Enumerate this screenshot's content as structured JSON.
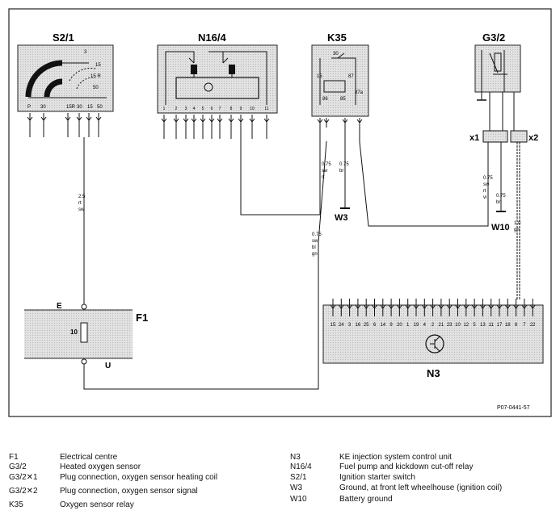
{
  "components": {
    "s2_1": "S2/1",
    "n16_4": "N16/4",
    "k35": "K35",
    "g3_2": "G3/2",
    "f1": "F1",
    "n3": "N3",
    "w3": "W3",
    "w10": "W10",
    "x1": "x1",
    "x2": "x2"
  },
  "fuse_block": {
    "e": "E",
    "u": "U",
    "fuse_no": "10"
  },
  "s2_1_scale": [
    "3",
    "15",
    "15 R",
    "50"
  ],
  "s2_1_terminals": [
    "P",
    "30",
    "15R",
    "30",
    "15",
    "50"
  ],
  "n16_4_terminals": [
    "1",
    "2",
    "3",
    "4",
    "5",
    "6",
    "7",
    "8",
    "9",
    "10",
    "11"
  ],
  "k35_terminals": [
    "30",
    "87",
    "86",
    "85",
    "87a",
    "15"
  ],
  "n3_pins": [
    "15",
    "24",
    "3",
    "16",
    "25",
    "6",
    "14",
    "9",
    "20",
    "1",
    "19",
    "4",
    "2",
    "21",
    "23",
    "10",
    "12",
    "5",
    "13",
    "11",
    "17",
    "18",
    "8",
    "7",
    "22"
  ],
  "wires": {
    "s2_to_f1": [
      "2.5",
      "rt",
      "sw"
    ],
    "k35_to_w3_left": [
      "0.75",
      "sw",
      "rt"
    ],
    "k35_to_w3_right": [
      "0.75",
      "br"
    ],
    "k35_to_n3": [
      "0.75",
      "sw",
      "bl",
      "gn"
    ],
    "x1_left": [
      "0.75",
      "sw",
      "rt",
      "vi"
    ],
    "x1_right": [
      "0.75",
      "br"
    ],
    "x2": [
      "1.0",
      "gn"
    ]
  },
  "figure_code": "P07-0441-57",
  "legend": {
    "left": [
      {
        "code": "F1",
        "desc": "Electrical centre"
      },
      {
        "code": "G3/2",
        "desc": "Heated oxygen sensor"
      },
      {
        "code": "G3/2✕1",
        "desc": "Plug connection, oxygen sensor heating coil"
      },
      {
        "code": "G3/2✕2",
        "desc": "Plug connection, oxygen sensor signal"
      },
      {
        "code": "K35",
        "desc": "Oxygen sensor relay"
      }
    ],
    "right": [
      {
        "code": "N3",
        "desc": "KE injection system control unit"
      },
      {
        "code": "N16/4",
        "desc": "Fuel pump and kickdown cut-off relay"
      },
      {
        "code": "S2/1",
        "desc": "Ignition starter switch"
      },
      {
        "code": "W3",
        "desc": "Ground, at front left wheelhouse (ignition coil)"
      },
      {
        "code": "W10",
        "desc": "Battery ground"
      }
    ]
  }
}
